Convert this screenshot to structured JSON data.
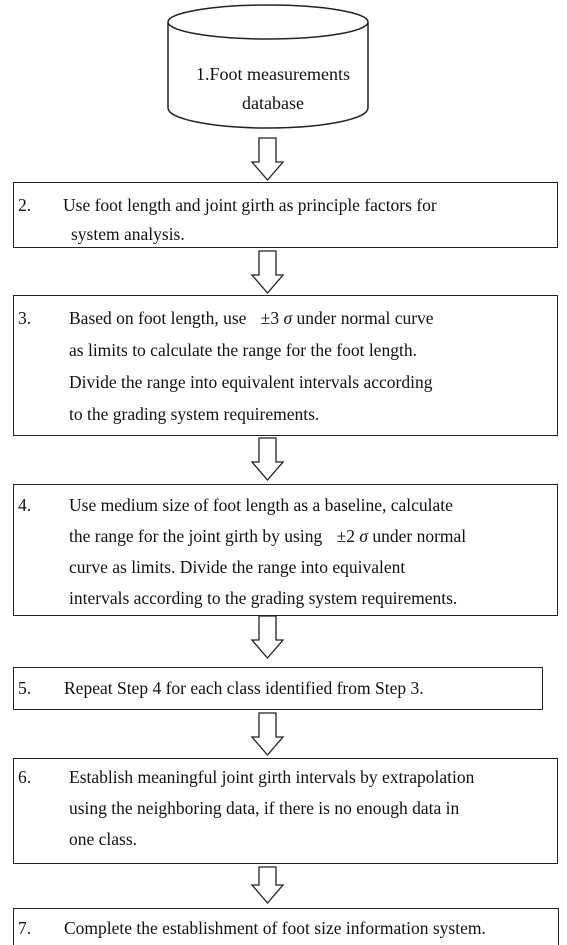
{
  "database": {
    "line1": "1.Foot measurements",
    "line2": "database"
  },
  "steps": [
    {
      "num": "2.",
      "lines": [
        "Use foot length and joint girth as principle factors for",
        "system analysis."
      ]
    },
    {
      "num": "3.",
      "lines": [
        "Based on foot length, use",
        "±3",
        "σ",
        "under normal curve",
        "as limits to calculate the range for the foot length.",
        "Divide the range into equivalent intervals according",
        "to the grading system requirements."
      ]
    },
    {
      "num": "4.",
      "lines": [
        "Use medium size of foot length as a baseline, calculate",
        "the range for the joint girth by using",
        "±2",
        "σ",
        "under normal",
        "curve as limits. Divide the range into equivalent",
        "intervals according to the grading system requirements."
      ]
    },
    {
      "num": "5.",
      "lines": [
        "Repeat Step 4 for each class identified from Step 3."
      ]
    },
    {
      "num": "6.",
      "lines": [
        "Establish meaningful joint girth intervals by extrapolation",
        "using the neighboring data, if there is no enough data in",
        "one class."
      ]
    },
    {
      "num": "7.",
      "lines": [
        "Complete the establishment of foot size information system."
      ]
    }
  ]
}
